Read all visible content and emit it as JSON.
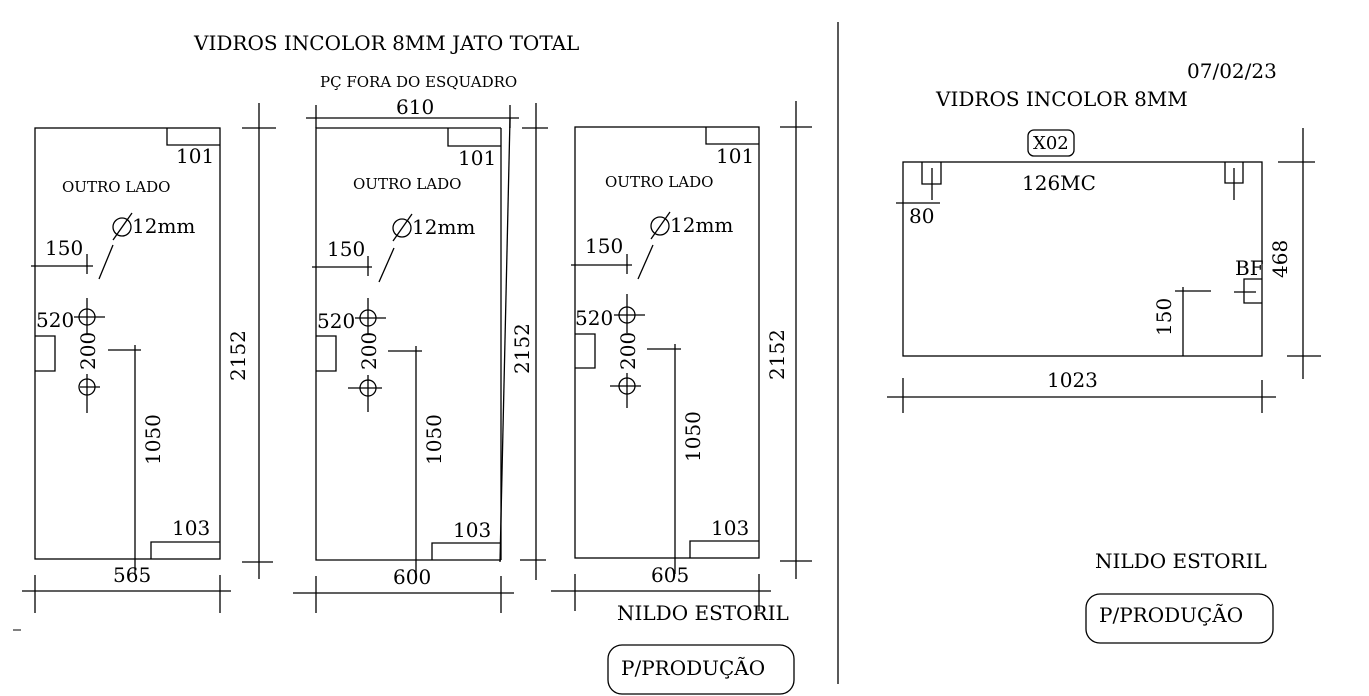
{
  "sheet_left": {
    "title": "VIDROS   INCOLOR 8MM   JATO TOTAL",
    "note_out_of_square": "PÇ FORA DO ESQUADRO",
    "panels": [
      {
        "corner_top": "101",
        "corner_bottom": "103",
        "side_label": "OUTRO LADO",
        "hole_label": "12mm",
        "dim_150": "150",
        "dim_520": "520",
        "dim_200": "200",
        "dim_1050": "1050",
        "height": "2152",
        "width": "565"
      },
      {
        "top_width": "610",
        "corner_top": "101",
        "corner_bottom": "103",
        "side_label": "OUTRO LADO",
        "hole_label": "12mm",
        "dim_150": "150",
        "dim_520": "520",
        "dim_200": "200",
        "dim_1050": "1050",
        "height": "2152",
        "width": "600"
      },
      {
        "corner_top": "101",
        "corner_bottom": "103",
        "side_label": "OUTRO LADO",
        "hole_label": "12mm",
        "dim_150": "150",
        "dim_520": "520",
        "dim_200": "200",
        "dim_1050": "1050",
        "height": "2152",
        "width": "605"
      }
    ],
    "client": "NILDO ESTORIL",
    "stamp": "P/PRODUÇÃO"
  },
  "sheet_right": {
    "date": "07/02/23",
    "title": "VIDROS   INCOLOR 8MM",
    "piece_code": "X02",
    "cut_label": "126MC",
    "dim_80": "80",
    "label_bf": "BF",
    "dim_150": "150",
    "height": "468",
    "width": "1023",
    "client": "NILDO ESTORIL",
    "stamp": "P/PRODUÇÃO"
  }
}
